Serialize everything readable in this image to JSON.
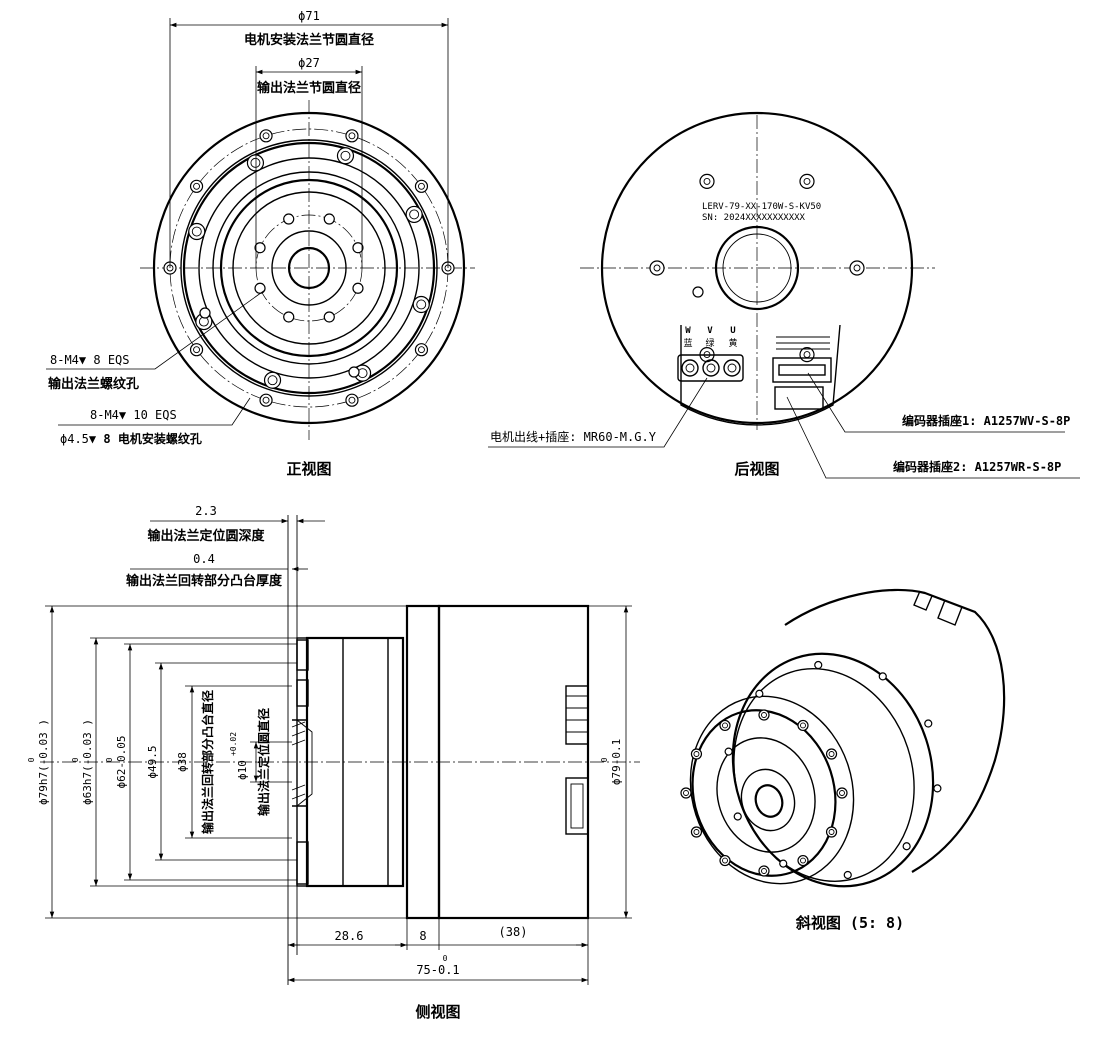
{
  "front": {
    "caption": "正视图",
    "d71": "ϕ71",
    "d71_label": "电机安装法兰节圆直径",
    "d27": "ϕ27",
    "d27_label": "输出法兰节圆直径",
    "note1_a": "8-M4",
    "note1_b": " 8 EQS",
    "note1_label": "输出法兰螺纹孔",
    "note2_a": "8-M4",
    "note2_b": " 10 EQS",
    "note2_c": "ϕ4.5",
    "note2_d": " 8 电机安装螺纹孔"
  },
  "back": {
    "caption": "后视图",
    "model": "LERV-79-XX-170W-S-KV50",
    "sn": "SN: 2024XXXXXXXXXXX",
    "w": "W",
    "v": "V",
    "u": "U",
    "w_color": "蓝",
    "v_color": "绿",
    "u_color": "黄",
    "motor_lead": "电机出线+插座: MR60-M.G.Y",
    "enc1": "编码器插座1: A1257WV-S-8P",
    "enc2": "编码器插座2: A1257WR-S-8P"
  },
  "side": {
    "caption": "侧视图",
    "d23": "2.3",
    "d23_label": "输出法兰定位圆深度",
    "d04": "0.4",
    "d04_label": "输出法兰回转部分凸台厚度",
    "phi79h7": "ϕ79h7(-0.03 )",
    "phi63h7": "ϕ63h7(-0.03 )",
    "phi62": "ϕ62-0.05",
    "phi495": "ϕ49.5",
    "phi38": "ϕ38",
    "phi38_label": "输出法兰回转部分凸台直径",
    "phi10": "ϕ10",
    "phi10_tol": "+0.02",
    "phi10_label": "输出法兰定位圆直径",
    "phi79r": "ϕ79-0.1",
    "zero": "0",
    "len286": "28.6",
    "len8": "8",
    "len38": "(38)",
    "len75": "75-0.1"
  },
  "iso": {
    "caption": "斜视图 (5: 8)"
  }
}
